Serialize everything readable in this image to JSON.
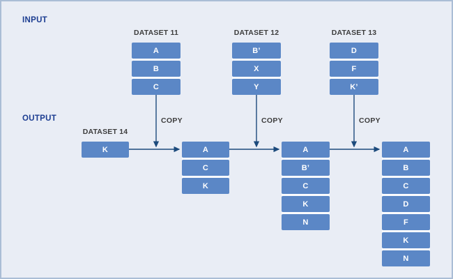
{
  "section_labels": {
    "input": "INPUT",
    "output": "OUTPUT"
  },
  "copy_label": "COPY",
  "colors": {
    "background": "#e9edf5",
    "frame_border": "#aabdd6",
    "box_fill": "#5b87c6",
    "box_text": "#ffffff",
    "arrow": "#1c4a7c",
    "section_label": "#1c3d91",
    "caption_text": "#3d3d3d"
  },
  "input_datasets": [
    {
      "title": "DATASET 11",
      "items": [
        "A",
        "B",
        "C"
      ]
    },
    {
      "title": "DATASET 12",
      "items": [
        "B’",
        "X",
        "Y"
      ]
    },
    {
      "title": "DATASET 13",
      "items": [
        "D",
        "F",
        "K’"
      ]
    }
  ],
  "output_datasets": [
    {
      "title": "DATASET 14",
      "items": [
        "K"
      ]
    },
    {
      "title": "",
      "items": [
        "A",
        "C",
        "K"
      ]
    },
    {
      "title": "",
      "items": [
        "A",
        "B’",
        "C",
        "K",
        "N"
      ]
    },
    {
      "title": "",
      "items": [
        "A",
        "B",
        "C",
        "D",
        "F",
        "K",
        "N"
      ]
    }
  ]
}
